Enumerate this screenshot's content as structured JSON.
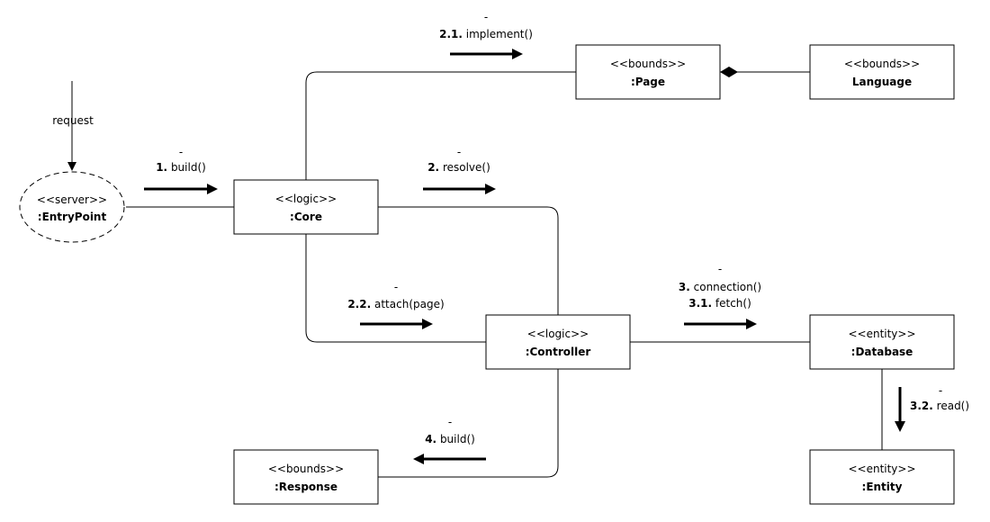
{
  "nodes": {
    "entrypoint": {
      "stereotype": "<<server>>",
      "name": ":EntryPoint"
    },
    "core": {
      "stereotype": "<<logic>>",
      "name": ":Core"
    },
    "page": {
      "stereotype": "<<bounds>>",
      "name": ":Page"
    },
    "language": {
      "stereotype": "<<bounds>>",
      "name": "Language"
    },
    "controller": {
      "stereotype": "<<logic>>",
      "name": ":Controller"
    },
    "database": {
      "stereotype": "<<entity>>",
      "name": ":Database"
    },
    "response": {
      "stereotype": "<<bounds>>",
      "name": ":Response"
    },
    "entity": {
      "stereotype": "<<entity>>",
      "name": ":Entity"
    }
  },
  "labels": {
    "request": "request"
  },
  "messages": {
    "m1": {
      "dash": "-",
      "num": "1.",
      "text": "build()"
    },
    "m21": {
      "dash": "-",
      "num": "2.1.",
      "text": "implement()"
    },
    "m2": {
      "dash": "-",
      "num": "2.",
      "text": "resolve()"
    },
    "m22": {
      "dash": "-",
      "num": "2.2.",
      "text": "attach(page)"
    },
    "m3": {
      "dash": "-",
      "num": "3.",
      "text": "connection()"
    },
    "m31": {
      "num": "3.1.",
      "text": "fetch()"
    },
    "m32": {
      "dash": "-",
      "num": "3.2.",
      "text": "read()"
    },
    "m4": {
      "dash": "-",
      "num": "4.",
      "text": "build()"
    }
  }
}
